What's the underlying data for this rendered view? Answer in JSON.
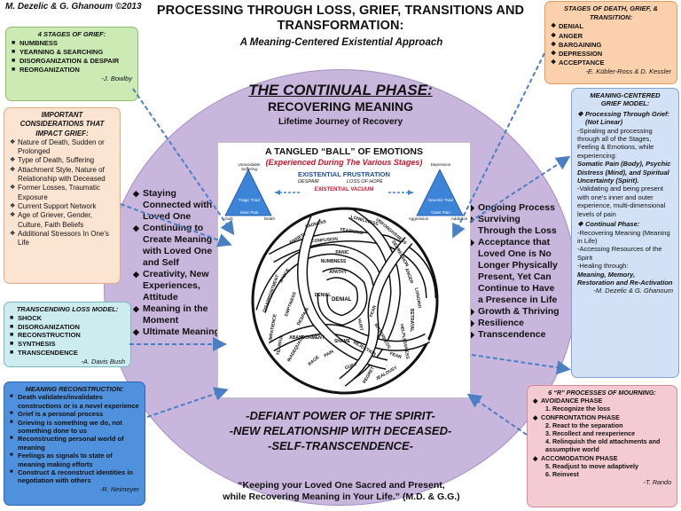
{
  "copyright": "M. Dezelic & G. Ghanoum ©2013",
  "title": {
    "line1": "PROCESSING THROUGH LOSS, GRIEF, TRANSITIONS AND",
    "line2": "TRANSFORMATION:",
    "subtitle": "A Meaning-Centered Existential Approach"
  },
  "center": {
    "phase_title": "THE CONTINUAL PHASE:",
    "phase_subtitle": "RECOVERING MEANING",
    "phase_subtitle2": "Lifetime Journey of Recovery",
    "left_bullets": [
      "Staying Connected with Loved One",
      "Continuing to Create Meaning with Loved One and Self",
      "Creativity, New Experiences, Attitude",
      "Meaning in the Moment",
      "Ultimate Meaning"
    ],
    "right_bullets": [
      "Ongoing Process",
      "Surviving Through the Loss",
      "Acceptance that Loved One is No Longer Physically Present, Yet Can Continue to Have a Presence in Life",
      "Growth & Thriving",
      "Resilience",
      "Transcendence"
    ],
    "defiant": [
      "-DEFIANT POWER OF THE SPIRIT-",
      "-NEW RELATIONSHIP WITH DECEASED-",
      "-SELF-TRANSCENDENCE-"
    ],
    "quote_line1": "“Keeping your Loved One Sacred and Present,",
    "quote_line2": "while Recovering Meaning in Your Life.” (M.D. & G.G.)"
  },
  "ball": {
    "title": "A TANGLED “BALL” OF EMOTIONS",
    "subtitle": "(Experienced During The Various Stages)",
    "existential_frustration": "EXISTENTIAL FRUSTRATION",
    "despair": "DESPAIR",
    "loss_of_hope": "LOSS OF HOPE",
    "existential_vacuum": "EXISTENTIAL VACUUM",
    "left_triangle": {
      "label": "Tragic Triad",
      "top": "Unavoidable Suffering",
      "left": "Guilt",
      "right": "Death",
      "base": "Inner Pain"
    },
    "right_triangle": {
      "label": "Neurotic Triad",
      "top": "Depression",
      "left": "Aggression",
      "right": "Addiction",
      "base": "Outer Pain"
    },
    "emotions": [
      "SADNESS",
      "LONELINESS",
      "UNFORGIVENESS",
      "ANXIETY",
      "CONFUSION",
      "PANIC",
      "NUMBNESS",
      "APATHY",
      "DEPRESSION",
      "ANGER",
      "LONGING",
      "BETRAYAL",
      "HELPLESSNESS",
      "BITTERNESS",
      "REJECTION",
      "FEAR",
      "DENIAL",
      "SHOCK",
      "DISAPPOINTMENT",
      "EMPTINESS",
      "DESPAIR",
      "IMPATIENCE",
      "JEALOUSY",
      "GUILT",
      "PAIN",
      "RAGE",
      "SHAME",
      "HURT",
      "ABANDONMENT",
      "REGRET",
      "FEAR",
      "YEARNING",
      "INADEQUACY",
      "TEARFUL"
    ]
  },
  "boxes": {
    "stages_of_grief": {
      "heading": "4 STAGES OF GRIEF:",
      "items": [
        "NUMBNESS",
        "YEARNING & SEARCHING",
        "DISORGANIZATION & DESPAIR",
        "REORGANIZATION"
      ],
      "attribution": "-J. Bowlby"
    },
    "considerations": {
      "heading1": "IMPORTANT",
      "heading2": "CONSIDERATIONS THAT",
      "heading3": "IMPACT GRIEF:",
      "items": [
        "Nature of Death, Sudden or Prolonged",
        "Type of Death, Suffering",
        "Attachment Style, Nature of Relationship with Deceased",
        "Former Losses, Traumatic Exposure",
        "Current Support Network",
        "Age of Griever, Gender, Culture, Faith Beliefs",
        "Additional Stressors In One's Life"
      ]
    },
    "transcending": {
      "heading": "TRANSCENDING LOSS MODEL:",
      "items": [
        "SHOCK",
        "DISORGANIZATION",
        "RECONSTRUCTION",
        "SYNTHESIS",
        "TRANSCENDENCE"
      ],
      "attribution": "-A. Davis Bush"
    },
    "meaning_reconstruction": {
      "heading": "MEANING RECONSTRUCTION:",
      "items": [
        "Death validates/invalidates constructions or is a novel experience",
        "Grief is a personal process",
        "Grieving is something we do, not something done to us",
        "Reconstructing personal world of meaning",
        "Feelings as signals to state of meaning making efforts",
        "Construct & reconstruct identities in negotiation with others"
      ],
      "attribution": "-R. Neimeyer"
    },
    "stages_of_death": {
      "heading1": "STAGES OF DEATH, GRIEF, &",
      "heading2": "TRANSITION:",
      "items": [
        "DENIAL",
        "ANGER",
        "BARGAINING",
        "DEPRESSION",
        "ACCEPTANCE"
      ],
      "attribution": "-E. Kübler-Ross & D. Kessler"
    },
    "meaning_model": {
      "heading1": "MEANING-CENTERED",
      "heading2": "GRIEF MODEL:",
      "sec1_title": "Processing Through Grief: (Not Linear)",
      "sec1_text": "-Spiraling and processing through all of the Stages, Feeling & Emotions, while experiencing:",
      "sec1_terms": "Somatic Pain (Body), Psychic Distress (Mind), and Spiritual Uncertainty (Spirit).",
      "sec1_text2": "-Validating and being present with one's inner and outer experience, multi-dimensional levels of pain",
      "sec2_title": "Continual Phase:",
      "sec2_lines": [
        "-Recovering Meaning (Meaning in Life)",
        "-Accessing Resources of the Spirit",
        "-Healing through:"
      ],
      "sec2_terms": "Meaning, Memory, Restoration and Re-Activation",
      "attribution": "-M. Dezelic & G. Ghanoum"
    },
    "six_r": {
      "heading1": "6 “R” PROCESSES OF MOURNING:",
      "phase1": "AVOIDANCE PHASE",
      "phase1_items": [
        "1. Recognize the loss"
      ],
      "phase2": "CONFRONTATION PHASE",
      "phase2_items": [
        "2. React to the separation",
        "3. Recollect and reexperience",
        "4. Relinquish the old attachments and assumptive world"
      ],
      "phase3": "ACCOMODATION PHASE",
      "phase3_items": [
        "5. Readjust to move adaptively",
        "6. Reinvest"
      ],
      "attribution": "-T. Rando"
    }
  },
  "colors": {
    "circle": "#c9b6dd",
    "arrow": "#4a7fc4",
    "red_accent": "#c9142a",
    "blue_text": "#1f4fa0"
  }
}
